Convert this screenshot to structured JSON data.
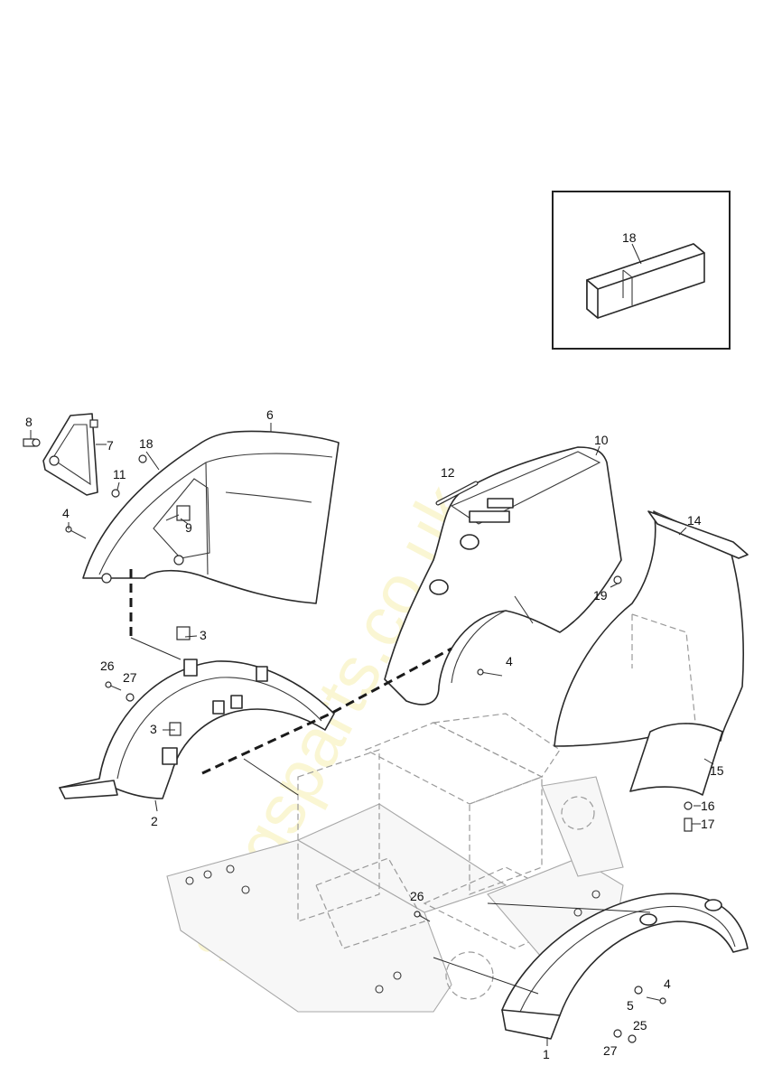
{
  "watermark": "slingsparts.co.uk",
  "inset": {
    "label": "18"
  },
  "callouts": {
    "c1": "1",
    "c2": "2",
    "c3a": "3",
    "c3b": "3",
    "c4a": "4",
    "c4b": "4",
    "c4c": "4",
    "c5": "5",
    "c6": "6",
    "c7": "7",
    "c8": "8",
    "c9": "9",
    "c10": "10",
    "c11": "11",
    "c12": "12",
    "c14": "14",
    "c15": "15",
    "c16": "16",
    "c17": "17",
    "c18": "18",
    "c19": "19",
    "c25": "25",
    "c26a": "26",
    "c26b": "26",
    "c27a": "27",
    "c27b": "27"
  }
}
